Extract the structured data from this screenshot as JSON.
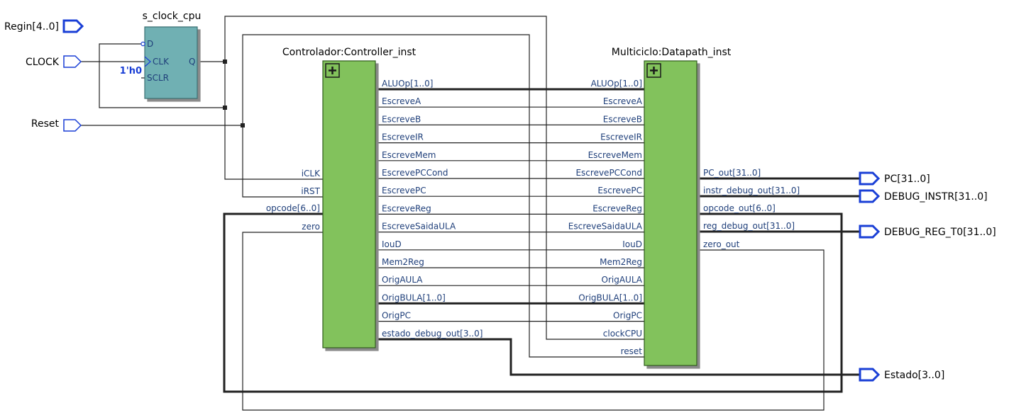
{
  "inputs": {
    "regin": "Regin[4..0]",
    "clock": "CLOCK",
    "reset": "Reset"
  },
  "clock_ff": {
    "name": "s_clock_cpu",
    "port_d": "D",
    "port_clk": "CLK",
    "port_sclr": "SCLR",
    "port_q": "Q",
    "const_value": "1'h0"
  },
  "controller": {
    "title": "Controlador:Controller_inst",
    "inputs": [
      "iCLK",
      "iRST",
      "opcode[6..0]",
      "zero"
    ],
    "outputs": [
      "ALUOp[1..0]",
      "EscreveA",
      "EscreveB",
      "EscreveIR",
      "EscreveMem",
      "EscrevePCCond",
      "EscrevePC",
      "EscreveReg",
      "EscreveSaidaULA",
      "IouD",
      "Mem2Reg",
      "OrigAULA",
      "OrigBULA[1..0]",
      "OrigPC",
      "estado_debug_out[3..0]"
    ]
  },
  "datapath": {
    "title": "Multiciclo:Datapath_inst",
    "inputs": [
      "ALUOp[1..0]",
      "EscreveA",
      "EscreveB",
      "EscreveIR",
      "EscreveMem",
      "EscrevePCCond",
      "EscrevePC",
      "EscreveReg",
      "EscreveSaidaULA",
      "IouD",
      "Mem2Reg",
      "OrigAULA",
      "OrigBULA[1..0]",
      "OrigPC",
      "clockCPU",
      "reset"
    ],
    "outputs": [
      "PC_out[31..0]",
      "instr_debug_out[31..0]",
      "opcode_out[6..0]",
      "reg_debug_out[31..0]",
      "zero_out"
    ]
  },
  "outputs": {
    "pc": "PC[31..0]",
    "debug_instr": "DEBUG_INSTR[31..0]",
    "debug_reg": "DEBUG_REG_T0[31..0]",
    "estado": "Estado[3..0]"
  },
  "colors": {
    "block_fill": "#82c25b",
    "ff_fill": "#6fb0b3",
    "pin_stroke": "#1a3fd6",
    "port_text": "#1f3f7a",
    "wire": "#222222"
  }
}
